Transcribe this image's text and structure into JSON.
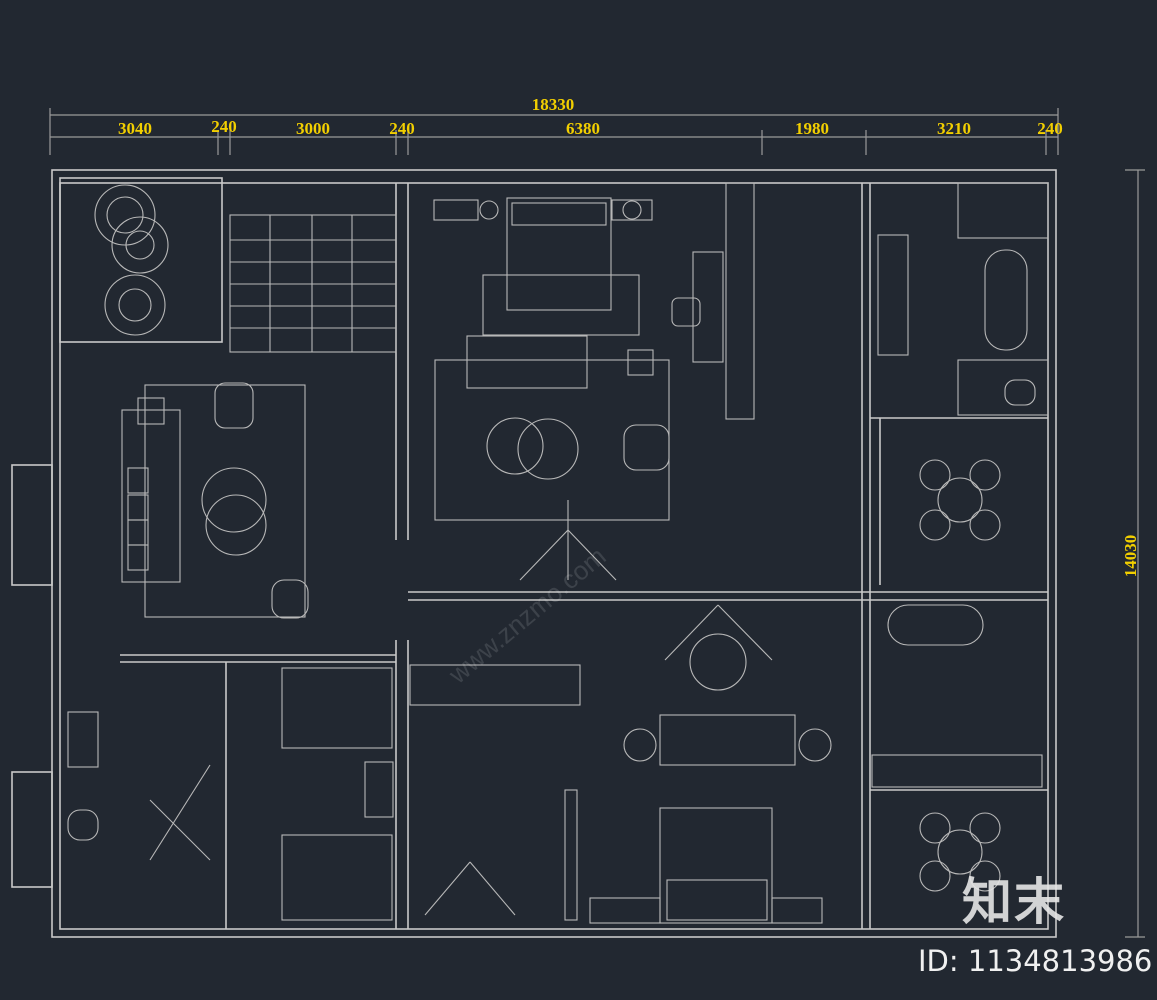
{
  "dimensions": {
    "total_width": "18330",
    "segments": [
      "3040",
      "240",
      "3000",
      "240",
      "6380",
      "1980",
      "3210",
      "240"
    ],
    "total_height": "14030"
  },
  "colors": {
    "background": "#222831",
    "lines": "#c9c9c9",
    "dimension_text": "#f2cf00"
  },
  "watermark": {
    "logo_text": "知末",
    "id_label": "ID: 1134813986",
    "tile_text": "www.znzmo.com"
  }
}
